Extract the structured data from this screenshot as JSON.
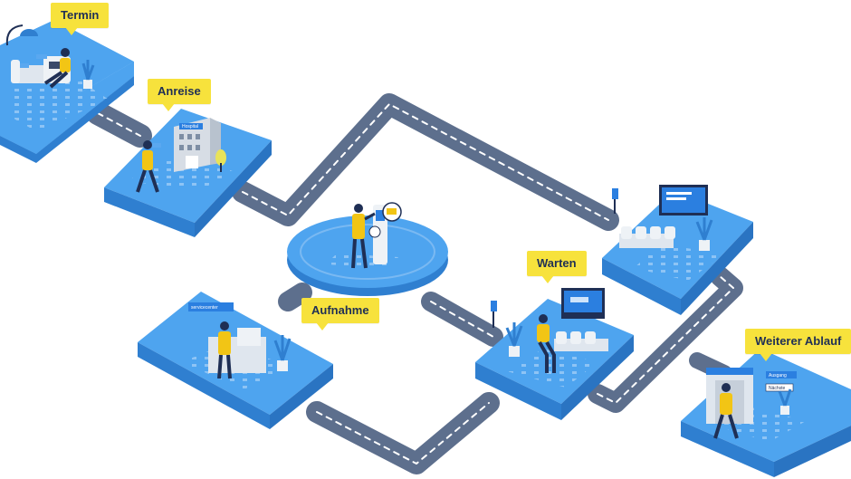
{
  "labels": {
    "termin": "Termin",
    "anreise": "Anreise",
    "aufnahme": "Aufnahme",
    "warten": "Warten",
    "weiterer_ablauf": "Weiterer Ablauf"
  },
  "small_signs": {
    "servicecenter": "servicecenter",
    "hospital_sign": "Hospital",
    "exit_sign": "Ausgang",
    "nachste": "Nächste"
  },
  "colors": {
    "platform_top": "#4ea4ef",
    "platform_side": "#2f7fd0",
    "road": "#5d6f8d",
    "road_dash": "#ffffff",
    "callout": "#f7e23c",
    "person_coat": "#f2c515",
    "dark": "#1f2f55",
    "screen": "#2b7fe0"
  }
}
